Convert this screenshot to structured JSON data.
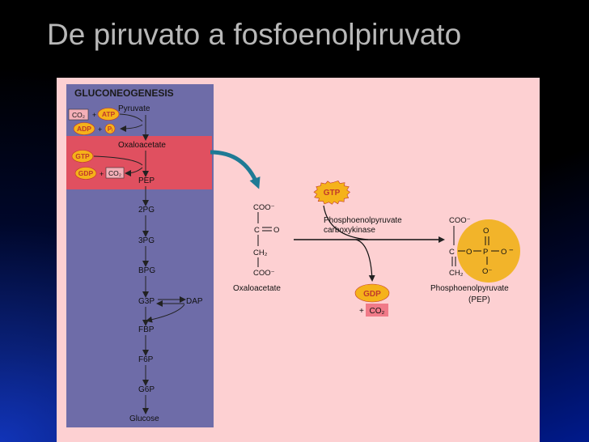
{
  "slide": {
    "title": "De piruvato a fosfoenolpiruvato"
  },
  "pathway": {
    "heading": "GLUCONEOGENESIS",
    "intermediates": [
      "Pyruvate",
      "Oxaloacetate",
      "PEP",
      "2PG",
      "3PG",
      "BPG",
      "G3P",
      "DAP",
      "FBP",
      "F6P",
      "G6P",
      "Glucose"
    ],
    "step1": {
      "input1": "CO₂",
      "plus1": "+",
      "input2": "ATP",
      "output1": "ADP",
      "plus2": "+",
      "output2": "Pᵢ"
    },
    "step2": {
      "input": "GTP",
      "output1": "GDP",
      "plus": "+",
      "output2": "CO₂"
    }
  },
  "reaction": {
    "enzyme_line1": "Phosphoenolpyruvate",
    "enzyme_line2": "carboxykinase",
    "cofactor_in": "GTP",
    "cofactor_out": "GDP",
    "byproduct_plus": "+",
    "byproduct": "CO₂",
    "substrate": {
      "name": "Oxaloacetate",
      "structure": [
        "COO⁻",
        "C",
        "O",
        "CH₂",
        "COO⁻"
      ]
    },
    "product": {
      "name_line1": "Phosphoenolpyruvate",
      "name_line2": "(PEP)",
      "structure": {
        "top": "COO⁻",
        "carbon": "C",
        "ring_o_left": "O",
        "phosphorus": "P",
        "ring_o_right": "O",
        "ring_o_top": "O",
        "ring_o_bottom": "O⁻",
        "charge_right": "−",
        "ch2": "CH₂"
      }
    }
  },
  "colors": {
    "panel": "#6e6ca8",
    "highlight": "#e05060",
    "badge": "#f5b21a",
    "figure_background": "#fdd0d2",
    "phosphate_circle": "#f2b42a"
  }
}
